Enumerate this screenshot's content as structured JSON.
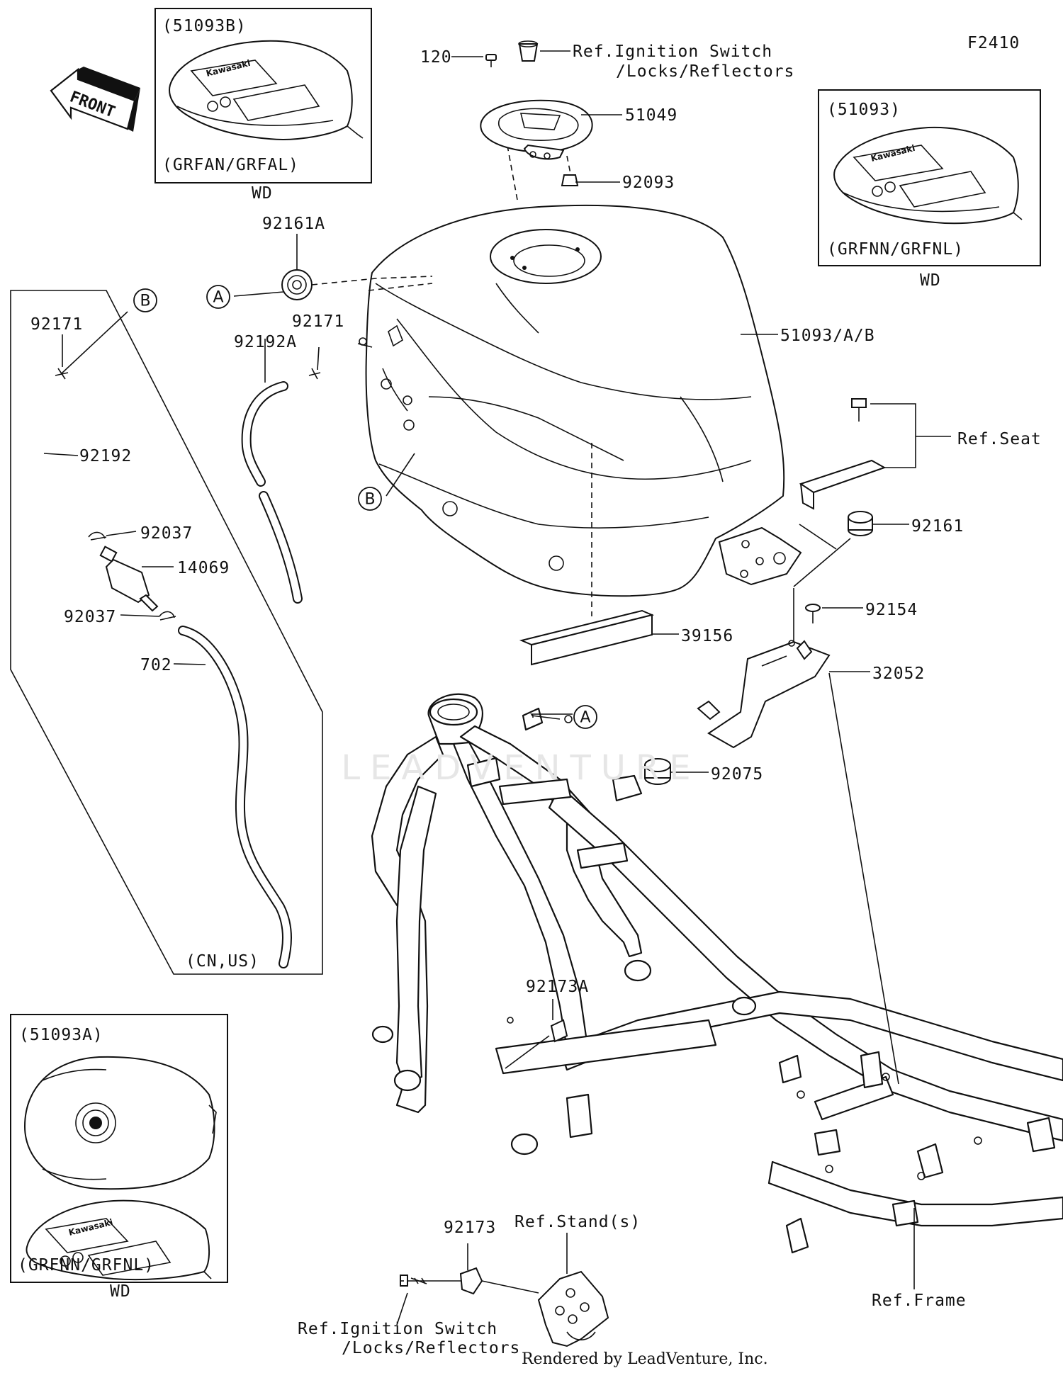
{
  "figure_code": "F2410",
  "front_label": "FRONT",
  "credit": "Rendered by LeadVenture, Inc.",
  "watermark": "LEADVENTURE",
  "insets": {
    "top_left": {
      "code": "(51093B)",
      "variant": "(GRFAN/GRFAL)",
      "note": "WD"
    },
    "top_right": {
      "code": "(51093)",
      "variant": "(GRFNN/GRFNL)",
      "note": "WD"
    },
    "bottom_left": {
      "code": "(51093A)",
      "variant": "(GRFNN/GRFNL)",
      "note": "WD"
    }
  },
  "tank_brand": "Kawasaki",
  "region_note": "(CN,US)",
  "refs": {
    "ign_line1": "Ref.Ignition Switch",
    "ign_line2": "/Locks/Reflectors",
    "seat": "Ref.Seat",
    "stands": "Ref.Stand(s)",
    "frame": "Ref.Frame"
  },
  "callouts": {
    "a": "A",
    "b": "B"
  },
  "parts": {
    "p120": "120",
    "p51049": "51049",
    "p92093": "92093",
    "p92161A": "92161A",
    "p92171_left": "92171",
    "p92171_mid": "92171",
    "p92192A": "92192A",
    "p92192": "92192",
    "p92037_top": "92037",
    "p14069": "14069",
    "p92037_bottom": "92037",
    "p702": "702",
    "p51093AB": "51093/A/B",
    "p92161": "92161",
    "p92154": "92154",
    "p39156": "39156",
    "p32052": "32052",
    "p92075": "92075",
    "p92173A": "92173A",
    "p92173": "92173"
  }
}
